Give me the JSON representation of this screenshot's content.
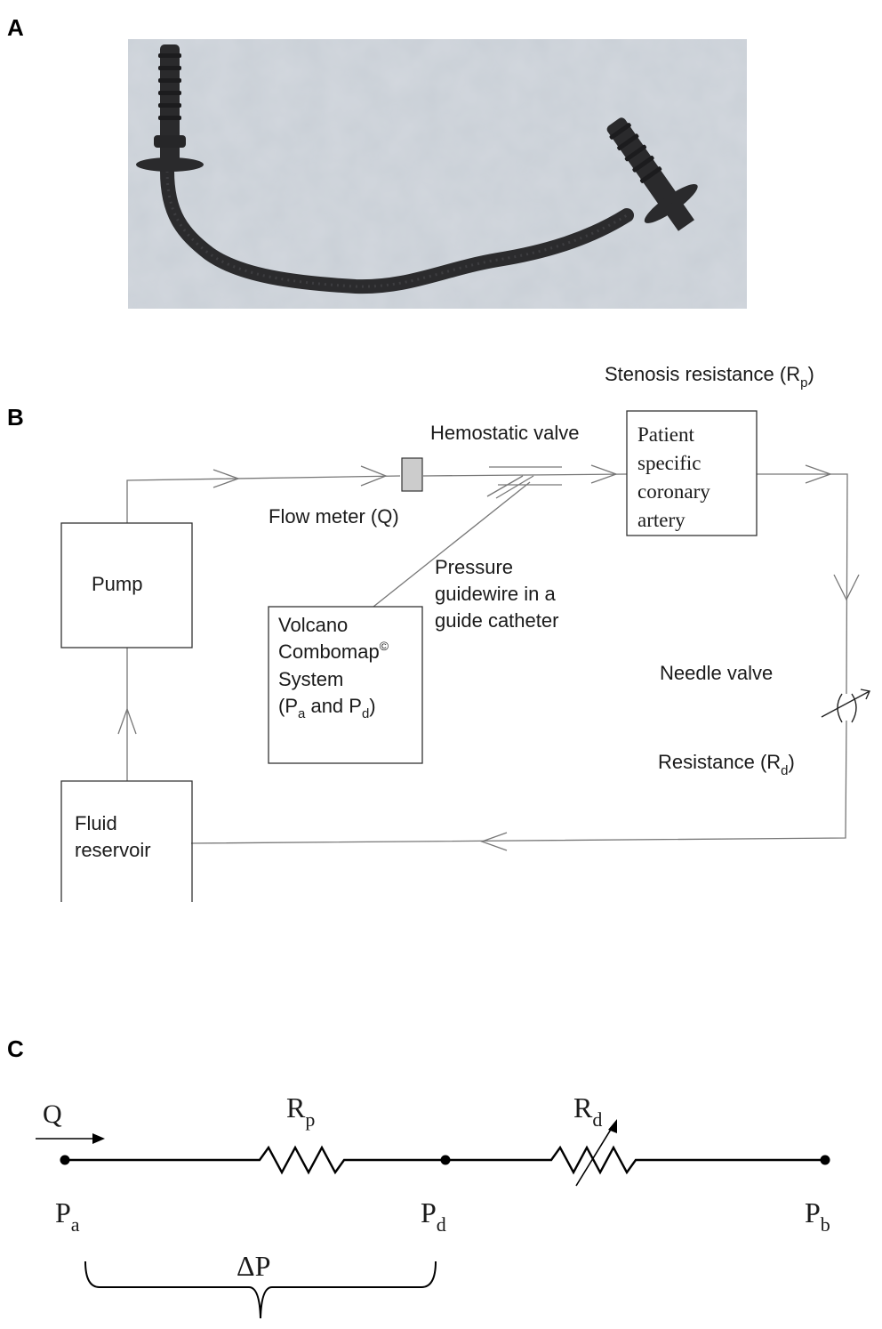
{
  "panel_a": {
    "label": "A",
    "photo": {
      "subject": "3D-printed patient-specific coronary artery model with barbed connectors",
      "background_color": "#c9cfd6",
      "model_color": "#2b2b2d"
    }
  },
  "panel_b": {
    "label": "B",
    "stenosis_label": {
      "main": "Stenosis resistance (R",
      "sub": "p",
      "end": ")"
    },
    "hemostatic_valve": "Hemostatic valve",
    "flow_meter": "Flow meter (Q)",
    "patient_box": [
      "Patient",
      "specific",
      "coronary",
      "artery"
    ],
    "pump": "Pump",
    "pressure_guidewire": [
      "Pressure",
      "guidewire in a",
      "guide catheter"
    ],
    "volcano_box": {
      "line1": "Volcano",
      "line2_main": "Combomap",
      "line2_sup": "©",
      "line3": "System",
      "line4_a": "(P",
      "line4_a_sub": "a",
      "line4_b": " and P",
      "line4_b_sub": "d",
      "line4_end": ")"
    },
    "needle_valve": "Needle valve",
    "resistance_label": {
      "main": "Resistance (R",
      "sub": "d",
      "end": ")"
    },
    "fluid_reservoir": [
      "Fluid",
      "reservoir"
    ],
    "line_color": "#777777"
  },
  "panel_c": {
    "label": "C",
    "flow": "Q",
    "rp": {
      "main": "R",
      "sub": "p"
    },
    "rd": {
      "main": "R",
      "sub": "d"
    },
    "pa": {
      "main": "P",
      "sub": "a"
    },
    "pd": {
      "main": "P",
      "sub": "d"
    },
    "pb": {
      "main": "P",
      "sub": "b"
    },
    "delta_p": "ΔP"
  }
}
